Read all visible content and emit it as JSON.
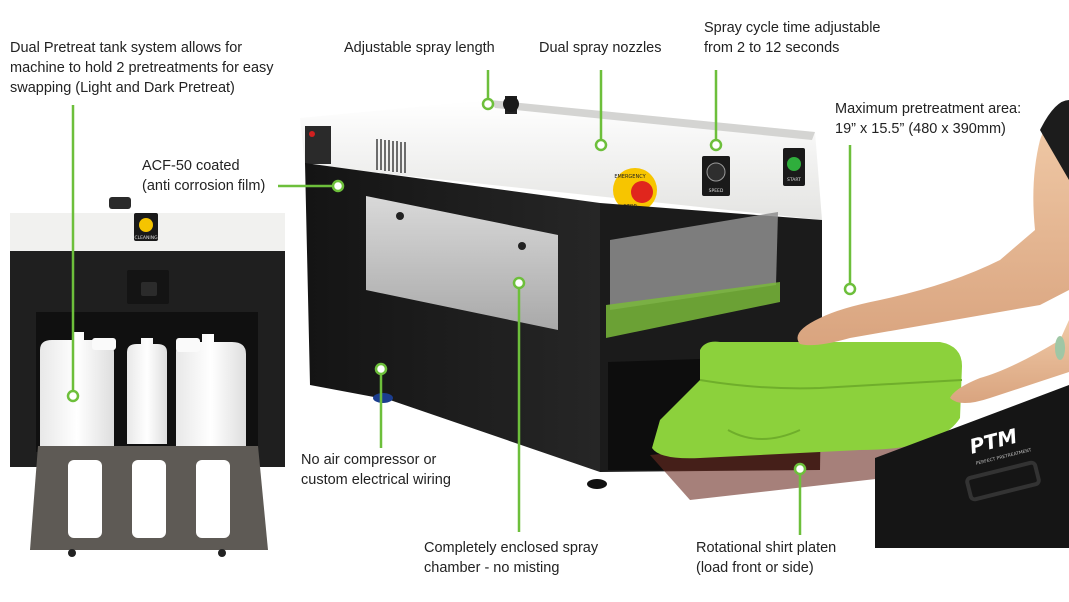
{
  "callouts": {
    "dual_tank": {
      "lines": [
        "Dual Pretreat tank system allows for",
        "machine to hold 2 pretreatments for easy",
        "swapping (Light and Dark Pretreat)"
      ]
    },
    "spray_length": {
      "lines": [
        "Adjustable spray length"
      ]
    },
    "dual_nozzles": {
      "lines": [
        "Dual spray nozzles"
      ]
    },
    "cycle_time": {
      "lines": [
        "Spray cycle time adjustable",
        "from 2 to 12 seconds"
      ]
    },
    "max_area": {
      "lines": [
        "Maximum pretreatment area:",
        "19” x 15.5” (480 x 390mm)"
      ]
    },
    "acf_coating": {
      "lines": [
        "ACF-50 coated",
        "(anti corrosion film)"
      ]
    },
    "no_compressor": {
      "lines": [
        "No air compressor or",
        "custom electrical wiring"
      ]
    },
    "enclosed_chamber": {
      "lines": [
        "Completely enclosed spray",
        "chamber - no misting"
      ]
    },
    "shirt_platen": {
      "lines": [
        "Rotational shirt platen",
        "(load front or side)"
      ]
    }
  },
  "machine_panel": {
    "emergency_label": "EMERGENCY",
    "stop_label": "STOP",
    "timer_label": "SPEED",
    "start_label": "START",
    "cleaning_label": "CLEANING",
    "brand_logo": "PTM",
    "brand_tagline": "PERFECT PRETREATMENT"
  },
  "colors": {
    "accent_green": "#6dbf3b",
    "shirt_green": "#8cd13c",
    "machine_black": "#1c1c1c",
    "machine_white": "#f2f2f0",
    "stop_red": "#e0261d",
    "stop_yellow": "#f7c500"
  }
}
